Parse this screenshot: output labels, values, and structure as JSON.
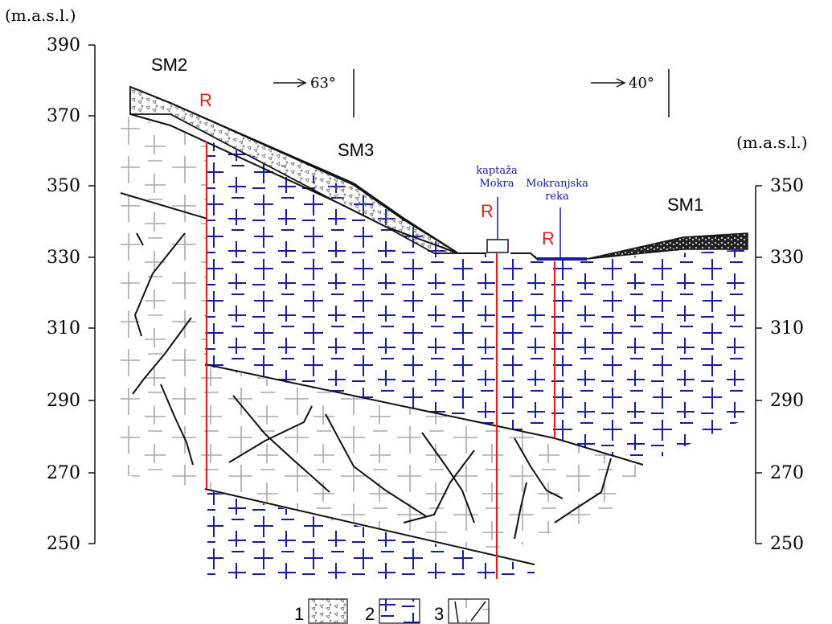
{
  "axis_left": {
    "unit": "(m.a.s.l.)",
    "ticks": [
      "390",
      "370",
      "350",
      "330",
      "310",
      "290",
      "270",
      "250"
    ]
  },
  "axis_right": {
    "unit": "(m.a.s.l.)",
    "ticks": [
      "350",
      "330",
      "310",
      "290",
      "270",
      "250"
    ]
  },
  "labels": {
    "sm2": "SM2",
    "sm3": "SM3",
    "sm1": "SM1",
    "r_left": "R",
    "r_mid": "R",
    "r_right": "R",
    "spring_line1": "kaptaža",
    "spring_line2": "Mokra",
    "river_line1": "Mokranjska",
    "river_line2": "reka",
    "dip_left": "63°",
    "dip_right": "40°"
  },
  "legend": [
    {
      "number": "1",
      "pattern": "breccia-scree"
    },
    {
      "number": "2",
      "pattern": "blue-limestone-cross"
    },
    {
      "number": "3",
      "pattern": "grey-cross-with-fractures"
    }
  ],
  "colors": {
    "line": "#111111",
    "red": "#e0201c",
    "blue": "#1a1aa8",
    "grey": "#a8a8a8"
  }
}
